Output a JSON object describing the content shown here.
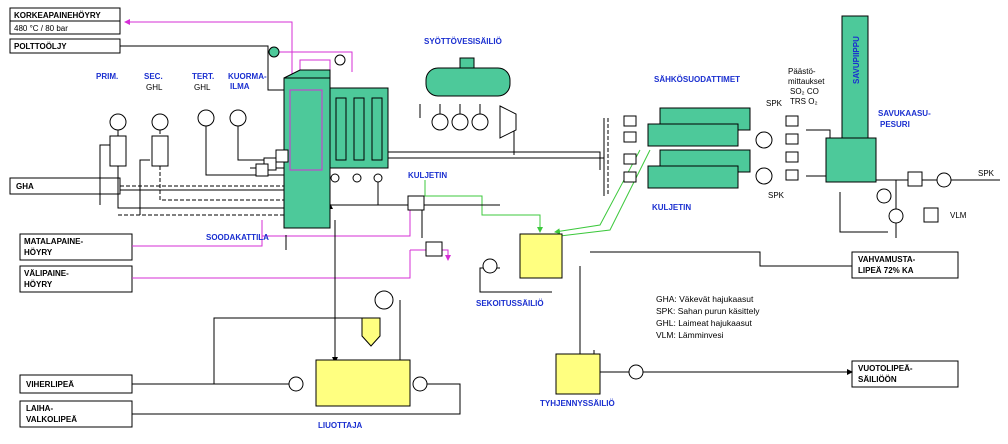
{
  "inputs": {
    "korkeapainehoyry": "KORKEAPAINEHÖYRY",
    "korkeapainehoyry_spec": "480 °C / 80 bar",
    "polttooljy": "POLTTOÖLJY",
    "gha": "GHA",
    "matalapaine_1": "MATALAPAINE-",
    "matalapaine_2": "HÖYRY",
    "valipaine_1": "VÄLIPAINE-",
    "valipaine_2": "HÖYRY",
    "viherlipea": "VIHERLIPEÄ",
    "laiha_1": "LAIHA-",
    "laiha_2": "VALKOLIPEÄ",
    "vahvamusta_1": "VAHVAMUSTA-",
    "vahvamusta_2": "LIPEÄ 72% KA",
    "vuotolipea_1": "VUOTOLIPEÄ-",
    "vuotolipea_2": "SÄILIÖÖN"
  },
  "labels": {
    "prim": "PRIM.",
    "sec": "SEC.",
    "sec_ghl": "GHL",
    "tert": "TERT.",
    "tert_ghl": "GHL",
    "kuorma_1": "KUORMA-",
    "kuorma_2": "ILMA",
    "syottovesisailio": "SYÖTTÖVESISÄILIÖ",
    "sahkosuodattimet": "SÄHKÖSUODATTIMET",
    "paasto_1": "Päästö-",
    "paasto_2": "mittaukset",
    "paasto_3": "SO₂ CO",
    "paasto_4": "TRS O₂",
    "savupiippu": "SAVUPIIPPU",
    "savukaasu_1": "SAVUKAASU-",
    "savukaasu_2": "PESURI",
    "spk_top": "SPK",
    "spk_mid": "SPK",
    "spk_right": "SPK",
    "vlm": "VLM",
    "kuljetin_1": "KULJETIN",
    "kuljetin_2": "KULJETIN",
    "soodakattila": "SOODAKATTILA",
    "sekoitussailio": "SEKOITUSSÄILIÖ",
    "liuottaja": "LIUOTTAJA",
    "tyhjennyssailio": "TYHJENNYSSÄILIÖ"
  },
  "legend": [
    "GHA: Väkevät hajukaasut",
    "SPK: Sahan purun käsittely",
    "GHL: Laimeat hajukaasut",
    "VLM: Lämminvesi"
  ],
  "colors": {
    "equipment": "#4dc99a",
    "tank": "#ffff80",
    "steam": "#d62fd6",
    "gas": "#3cc83c",
    "label": "#1a2fd0"
  }
}
